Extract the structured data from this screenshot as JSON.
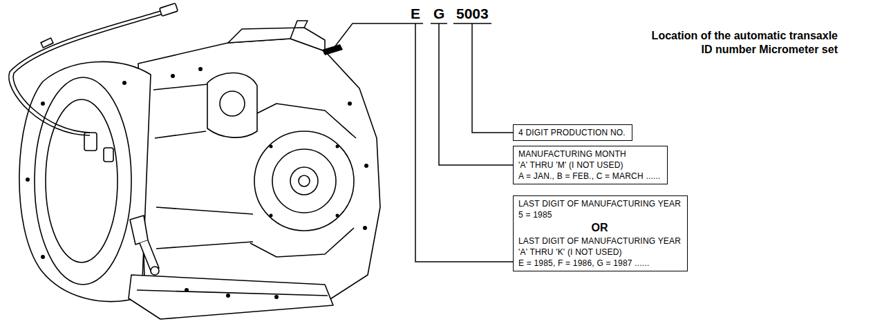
{
  "diagram": {
    "title": "Location of the automatic transaxle ID number Micrometer set",
    "nodes": [
      {
        "text": [
          "4 DIGIT PRODUCTION NO."
        ]
      },
      {
        "text": [
          "MANUFACTURING MONTH",
          "'A' THRU 'M' (I NOT USED)",
          "A = JAN., B = FEB., C = MARCH ......"
        ]
      },
      {
        "text": [
          "LAST DIGIT OF MANUFACTURING YEAR",
          "5 = 1985",
          "OR",
          "LAST DIGIT OF MANUFACTURING YEAR",
          "'A' THRU 'K' (I NOT USED)",
          "E = 1985, F = 1986, G = 1987 ......"
        ]
      }
    ],
    "labels": [
      "E",
      "G",
      "5003"
    ]
  }
}
